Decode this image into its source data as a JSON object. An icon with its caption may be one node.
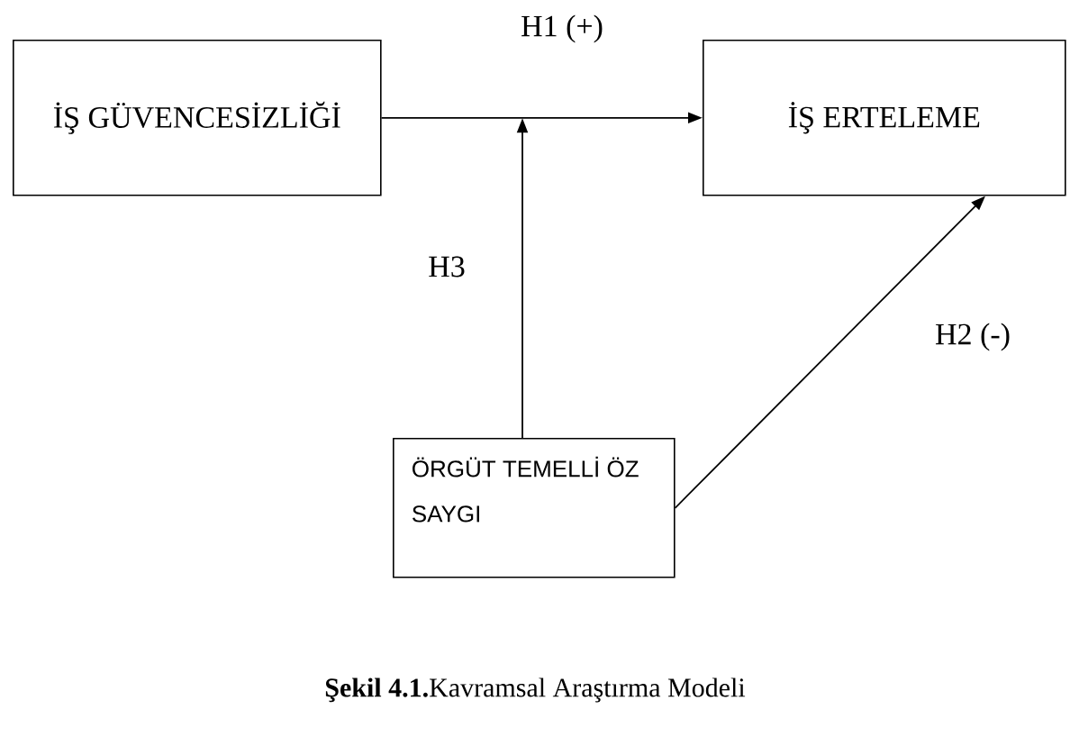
{
  "diagram": {
    "caption": "**Şekil 4.1.**Kavramsal Araştırma Modeli",
    "nodes": [
      {
        "text": [
          "İŞ GÜVENCESİZLİĞİ"
        ]
      },
      {
        "text": [
          "İŞ ERTELEME"
        ]
      },
      {
        "text": [
          "ÖRGÜT TEMELLİ ÖZ SAYGI"
        ]
      }
    ],
    "edges": [
      {
        "from": 0,
        "to": 1,
        "arrow": "to",
        "label": "H1 (+)"
      },
      {
        "from": 2,
        "to": null,
        "arrow": "to",
        "label": "H3"
      },
      {
        "from": 2,
        "to": 1,
        "arrow": "to",
        "label": "H2 (-)"
      }
    ]
  }
}
